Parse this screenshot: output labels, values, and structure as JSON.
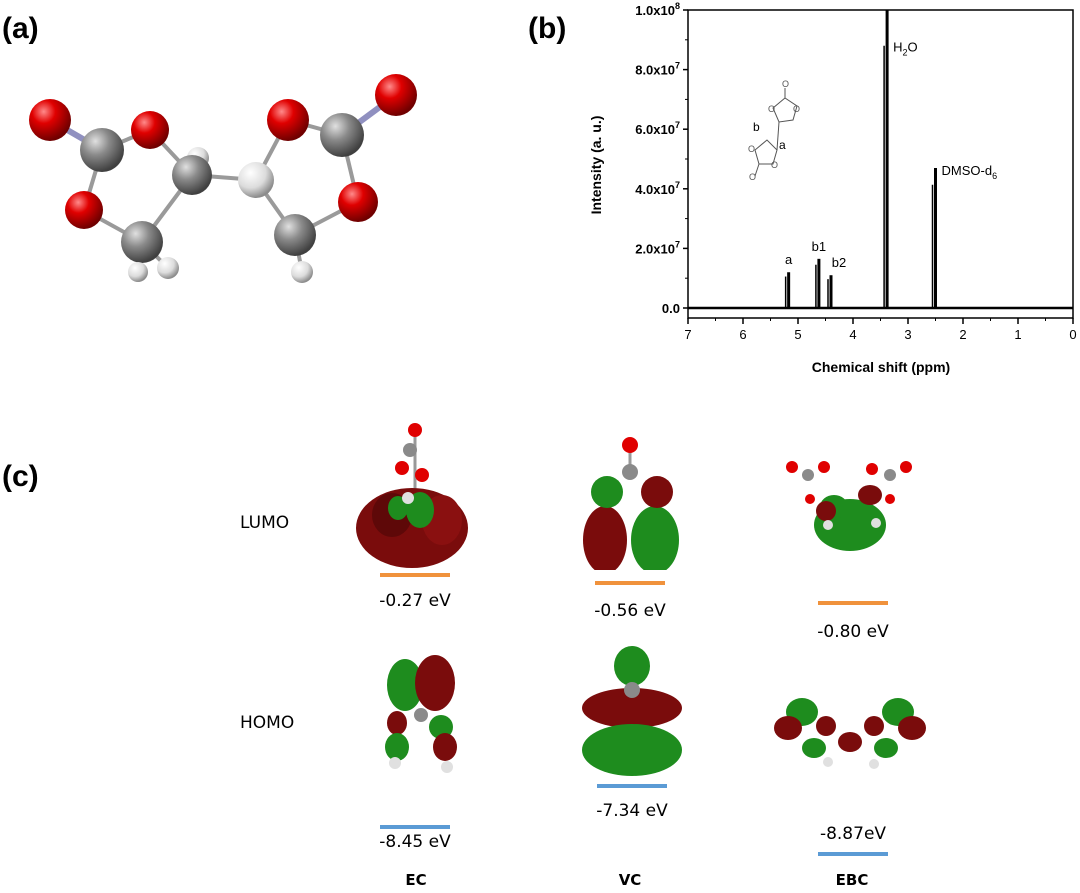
{
  "panels": {
    "a": "(a)",
    "b": "(b)",
    "c": "(c)"
  },
  "colors": {
    "oxygen": "#e00000",
    "carbon": "#8a8a8a",
    "hydrogen": "#e8e8e8",
    "lumo_level": "#f0923c",
    "homo_level": "#5b9bd5",
    "orbital_red": "#7a0c0c",
    "orbital_green": "#1e8c1e"
  },
  "chart_data": {
    "type": "line",
    "title": "",
    "xlabel": "Chemical shift (ppm)",
    "ylabel": "Intensity (a. u.)",
    "xlim": [
      7,
      0
    ],
    "ylim": [
      0,
      100000000
    ],
    "x_ticks": [
      "7",
      "6",
      "5",
      "4",
      "3",
      "2",
      "1",
      "0"
    ],
    "y_ticks": [
      "0.0",
      "2.0x10^7",
      "4.0x10^7",
      "6.0x10^7",
      "8.0x10^7",
      "1.0x10^8"
    ],
    "peaks": [
      {
        "x": 5.17,
        "y": 12000000,
        "label": "a"
      },
      {
        "x": 4.62,
        "y": 16500000,
        "label": "b1"
      },
      {
        "x": 4.4,
        "y": 11000000,
        "label": "b2"
      },
      {
        "x": 3.38,
        "y": 100000000,
        "label": "H2O"
      },
      {
        "x": 2.5,
        "y": 47000000,
        "label": "DMSO-d6"
      }
    ],
    "inset_labels": [
      "a",
      "b"
    ]
  },
  "orbitals": {
    "row_labels": [
      "LUMO",
      "HOMO"
    ],
    "molecules": [
      {
        "name": "EC",
        "lumo": "-0.27 eV",
        "homo": "-8.45 eV"
      },
      {
        "name": "VC",
        "lumo": "-0.56 eV",
        "homo": "-7.34 eV"
      },
      {
        "name": "EBC",
        "lumo": "-0.80 eV",
        "homo": "-8.87eV"
      }
    ]
  }
}
